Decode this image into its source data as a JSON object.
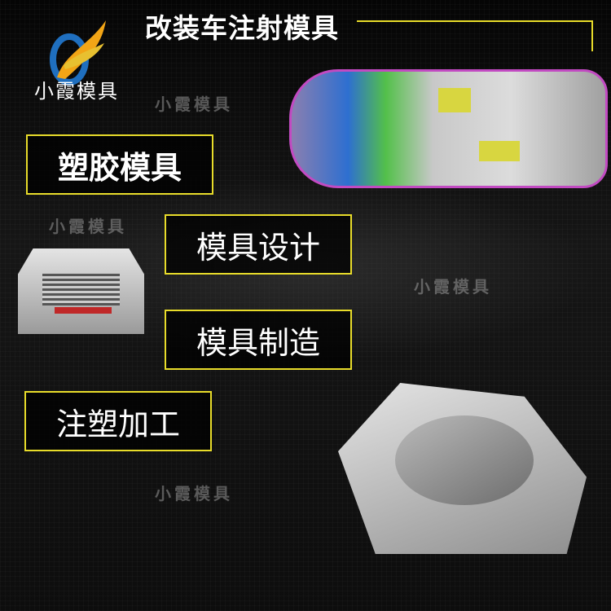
{
  "header": {
    "title": "改装车注射模具"
  },
  "logo": {
    "text": "小霞模具",
    "colors": {
      "blue": "#1f6fbf",
      "orange": "#f2a516"
    }
  },
  "watermarks": [
    "小霞模具",
    "小霞模具",
    "小霞模具",
    "小霞模具"
  ],
  "labels": [
    "塑胶模具",
    "模具设计",
    "模具制造",
    "注塑加工"
  ],
  "colors": {
    "accent": "#e8dc2a",
    "background": "#0b0b0b"
  }
}
